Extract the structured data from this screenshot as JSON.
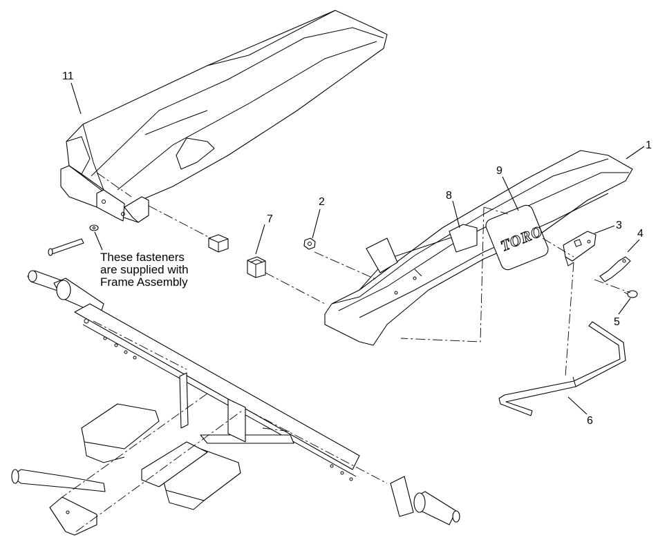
{
  "callouts": {
    "c1": "1",
    "c2": "2",
    "c3": "3",
    "c4": "4",
    "c5": "5",
    "c6": "6",
    "c7": "7",
    "c8": "8",
    "c9": "9",
    "c11": "11"
  },
  "note": {
    "line1": "These fasteners",
    "line2": "are supplied with",
    "line3": "Frame Assembly"
  },
  "decal_logo": "TORO",
  "colors": {
    "line": "#000000",
    "background": "#ffffff"
  }
}
